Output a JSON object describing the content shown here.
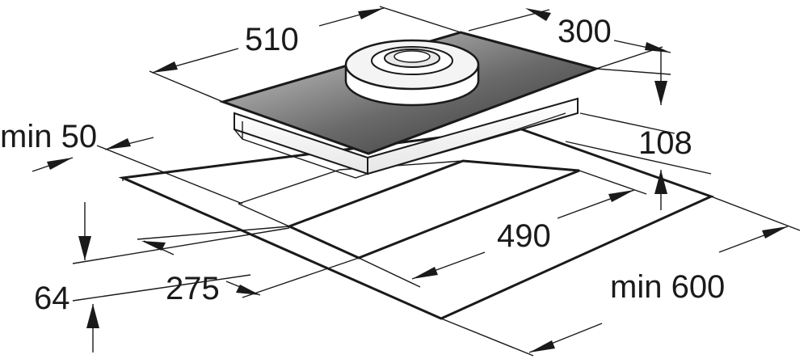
{
  "dimensions": {
    "width_510": "510",
    "depth_300": "300",
    "height_108": "108",
    "min_50": "min 50",
    "cutout_490": "490",
    "cutout_275": "275",
    "thickness_64": "64",
    "min_600": "min 600"
  },
  "colors": {
    "line": "#1a1a1a",
    "glass_dark": "#3a3a3a",
    "glass_light": "#d8d8d8",
    "background": "#ffffff"
  }
}
